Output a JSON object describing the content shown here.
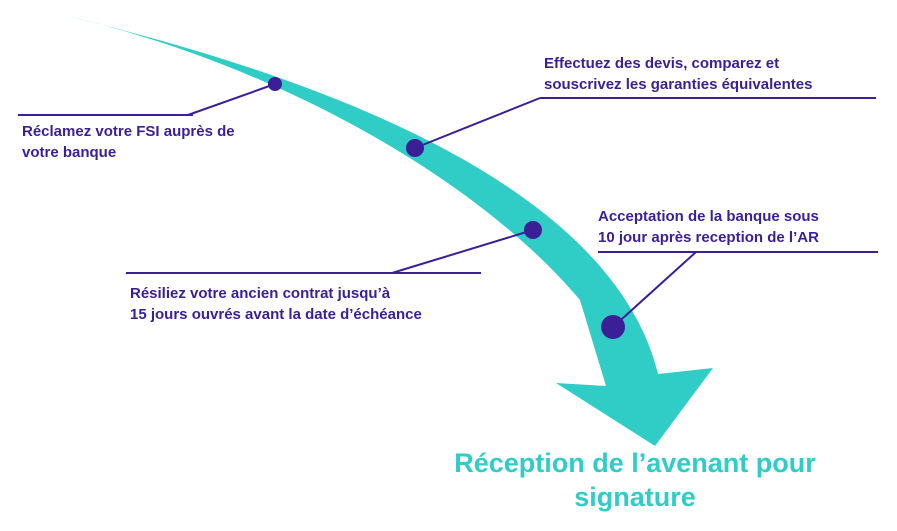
{
  "colors": {
    "arrow": "#2fcdc5",
    "marker": "#3a1f96",
    "text": "#3a1f96",
    "final_text": "#2fcdc5"
  },
  "steps": [
    {
      "line1": "Réclamez votre FSI auprès de",
      "line2": "votre banque"
    },
    {
      "line1": "Effectuez des devis, comparez et",
      "line2": "souscrivez les garanties équivalentes"
    },
    {
      "line1": "Résiliez votre ancien contrat jusqu’à",
      "line2": "15 jours ouvrés avant la date d’échéance"
    },
    {
      "line1": "Acceptation de la banque sous",
      "line2": "10 jour après reception de l’AR"
    }
  ],
  "final": {
    "line1": "Réception de l’avenant pour",
    "line2": "signature"
  }
}
